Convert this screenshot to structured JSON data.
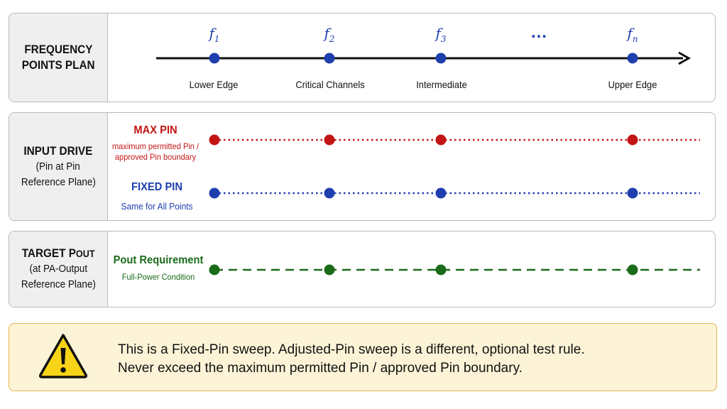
{
  "frequency_plan": {
    "label_line1": "FREQUENCY",
    "label_line2": "POINTS PLAN",
    "points": [
      {
        "symbol": "f",
        "index": "1",
        "caption": "Lower Edge"
      },
      {
        "symbol": "f",
        "index": "2",
        "caption": "Critical Channels"
      },
      {
        "symbol": "f",
        "index": "3",
        "caption": "Intermediate"
      },
      {
        "symbol": "f",
        "index": "n",
        "caption": "Upper Edge"
      }
    ],
    "ellipsis": "…",
    "colors": {
      "axis": "#111111",
      "marker": "#1f3fae"
    }
  },
  "input_drive": {
    "label_main": "INPUT DRIVE",
    "label_sub1": "(Pin at Pin",
    "label_sub2": "Reference Plane)",
    "max_pin": {
      "title": "MAX PIN",
      "desc_line1": "maximum permitted Pin /",
      "desc_line2": "approved Pin boundary",
      "color": "#c31515"
    },
    "fixed_pin": {
      "title": "FIXED PIN",
      "desc": "Same for All Points",
      "color": "#1f3fae"
    }
  },
  "target_pout": {
    "label_main_a": "TARGET P",
    "label_main_b": "OUT",
    "label_sub1": "(at PA-Output",
    "label_sub2": "Reference Plane)",
    "requirement": {
      "title": "Pout Requirement",
      "desc": "Full-Power Condition",
      "color": "#1a6b1a"
    }
  },
  "warning": {
    "line1": "This is a Fixed-Pin sweep. Adjusted-Pin sweep is a different, optional test rule.",
    "line2": "Never exceed the maximum permitted Pin / approved Pin boundary.",
    "icon": "warning-triangle-icon",
    "colors": {
      "background": "#fdf4d7",
      "border": "#e4b24f",
      "icon_fill": "#f7d417"
    }
  }
}
